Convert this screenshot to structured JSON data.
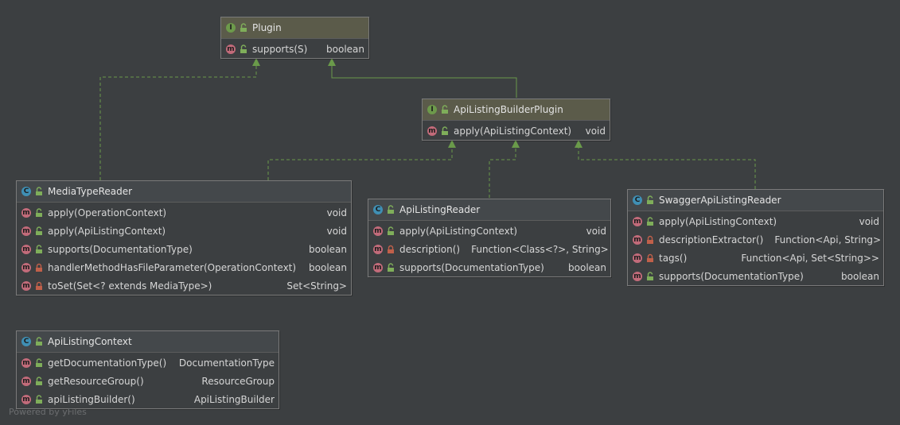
{
  "nodes": {
    "plugin": {
      "name": "Plugin",
      "kind": "I",
      "methods": [
        {
          "name": "supports(S)",
          "type": "boolean",
          "visibility": "public"
        }
      ]
    },
    "builder_plugin": {
      "name": "ApiListingBuilderPlugin",
      "kind": "I",
      "methods": [
        {
          "name": "apply(ApiListingContext)",
          "type": "void",
          "visibility": "public"
        }
      ]
    },
    "media_type_reader": {
      "name": "MediaTypeReader",
      "kind": "C",
      "methods": [
        {
          "name": "apply(OperationContext)",
          "type": "void",
          "visibility": "public"
        },
        {
          "name": "apply(ApiListingContext)",
          "type": "void",
          "visibility": "public"
        },
        {
          "name": "supports(DocumentationType)",
          "type": "boolean",
          "visibility": "public"
        },
        {
          "name": "handlerMethodHasFileParameter(OperationContext)",
          "type": "boolean",
          "visibility": "private"
        },
        {
          "name": "toSet(Set<? extends MediaType>)",
          "type": "Set<String>",
          "visibility": "private"
        }
      ]
    },
    "api_listing_reader": {
      "name": "ApiListingReader",
      "kind": "C",
      "methods": [
        {
          "name": "apply(ApiListingContext)",
          "type": "void",
          "visibility": "public"
        },
        {
          "name": "description()",
          "type": "Function<Class<?>, String>",
          "visibility": "private"
        },
        {
          "name": "supports(DocumentationType)",
          "type": "boolean",
          "visibility": "public"
        }
      ]
    },
    "swagger_reader": {
      "name": "SwaggerApiListingReader",
      "kind": "C",
      "methods": [
        {
          "name": "apply(ApiListingContext)",
          "type": "void",
          "visibility": "public"
        },
        {
          "name": "descriptionExtractor()",
          "type": "Function<Api, String>",
          "visibility": "private"
        },
        {
          "name": "tags()",
          "type": "Function<Api, Set<String>>",
          "visibility": "private"
        },
        {
          "name": "supports(DocumentationType)",
          "type": "boolean",
          "visibility": "public"
        }
      ]
    },
    "context": {
      "name": "ApiListingContext",
      "kind": "C",
      "methods": [
        {
          "name": "getDocumentationType()",
          "type": "DocumentationType",
          "visibility": "public"
        },
        {
          "name": "getResourceGroup()",
          "type": "ResourceGroup",
          "visibility": "public"
        },
        {
          "name": "apiListingBuilder()",
          "type": "ApiListingBuilder",
          "visibility": "public"
        }
      ]
    }
  },
  "colors": {
    "background": "#3c3f41",
    "interface_edge": "#6a9a4a",
    "interface_badge": "#6d9a4b",
    "class_badge": "#3f8fb4",
    "method_badge": "#c26b7a",
    "private_lock": "#c0604a"
  },
  "watermark": "Powered by yFiles"
}
